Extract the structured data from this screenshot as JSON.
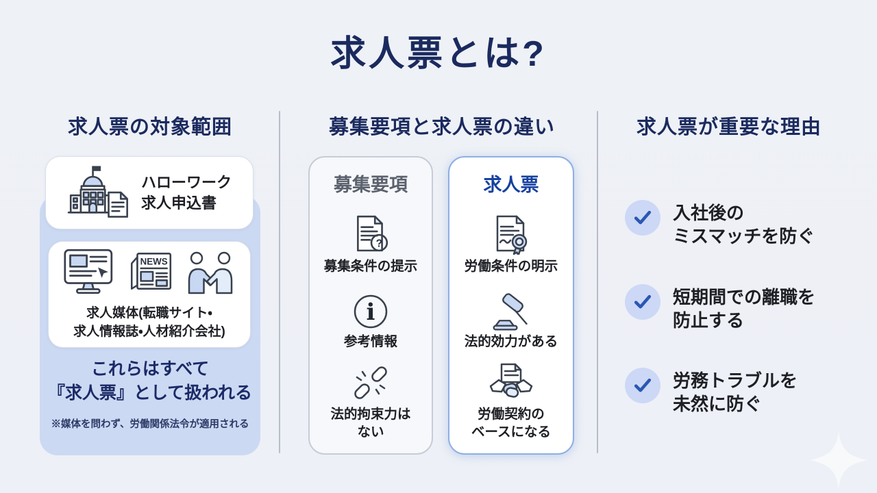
{
  "title": "求人票とは?",
  "icons": {
    "news_label": "NEWS",
    "question_glyph": "?",
    "info_glyph": "i"
  },
  "left": {
    "heading": "求人票の対象範囲",
    "card1_label": "ハローワーク\n求人申込書",
    "card2_label": "求人媒体(転職サイト・\n求人情報誌・人材紹介会社)",
    "conclusion": "これらはすべて\n『求人票』として扱われる",
    "note": "※媒体を問わず、労働関係法令が適用される"
  },
  "middle": {
    "heading": "募集要項と求人票の違い",
    "boshu": {
      "title": "募集要項",
      "item1": "募集条件の提示",
      "item2": "参考情報",
      "item3": "法的拘束力は\nない"
    },
    "kyujin": {
      "title": "求人票",
      "item1": "労働条件の明示",
      "item2": "法的効力がある",
      "item3": "労働契約の\nベースになる"
    }
  },
  "right": {
    "heading": "求人票が重要な理由",
    "item1": "入社後の\nミスマッチを防ぐ",
    "item2": "短期間での離職を\n防止する",
    "item3": "労務トラブルを\n未然に防ぐ"
  },
  "colors": {
    "navy": "#1b2a5e",
    "blue": "#16419f",
    "light_blue_panel": "#ccd9f3",
    "check_blue": "#2b57b3",
    "gray_title": "#5b616d"
  }
}
